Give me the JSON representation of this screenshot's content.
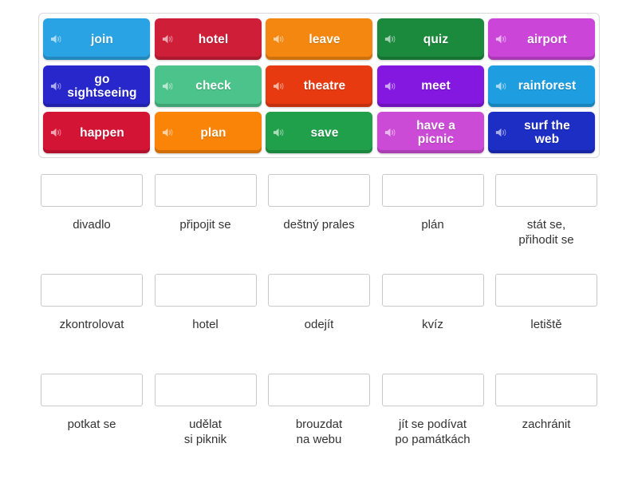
{
  "activity": {
    "type": "match-up",
    "icon_name": "speaker-icon"
  },
  "tiles": [
    {
      "label": "join",
      "color": "#29a3e3",
      "icon": "speaker-icon"
    },
    {
      "label": "hotel",
      "color": "#cf1f38",
      "icon": "speaker-icon"
    },
    {
      "label": "leave",
      "color": "#f4870f",
      "icon": "speaker-icon"
    },
    {
      "label": "quiz",
      "color": "#1c8a3c",
      "icon": "speaker-icon"
    },
    {
      "label": "airport",
      "color": "#cb45d9",
      "icon": "speaker-icon"
    },
    {
      "label": "go\nsightseeing",
      "color": "#2727cc",
      "icon": "speaker-icon"
    },
    {
      "label": "check",
      "color": "#4cc38a",
      "icon": "speaker-icon"
    },
    {
      "label": "theatre",
      "color": "#e83a11",
      "icon": "speaker-icon"
    },
    {
      "label": "meet",
      "color": "#8417e0",
      "icon": "speaker-icon"
    },
    {
      "label": "rainforest",
      "color": "#1e9ee0",
      "icon": "speaker-icon"
    },
    {
      "label": "happen",
      "color": "#d41435",
      "icon": "speaker-icon"
    },
    {
      "label": "plan",
      "color": "#f98407",
      "icon": "speaker-icon"
    },
    {
      "label": "save",
      "color": "#21a04b",
      "icon": "speaker-icon"
    },
    {
      "label": "have a\npicnic",
      "color": "#cc4bd6",
      "icon": "speaker-icon"
    },
    {
      "label": "surf the\nweb",
      "color": "#1c2ec4",
      "icon": "speaker-icon"
    }
  ],
  "answers": [
    {
      "label": "divadlo",
      "dropped": ""
    },
    {
      "label": "připojit se",
      "dropped": ""
    },
    {
      "label": "deštný prales",
      "dropped": ""
    },
    {
      "label": "plán",
      "dropped": ""
    },
    {
      "label": "stát se,\npřihodit se",
      "dropped": ""
    },
    {
      "label": "zkontrolovat",
      "dropped": ""
    },
    {
      "label": "hotel",
      "dropped": ""
    },
    {
      "label": "odejít",
      "dropped": ""
    },
    {
      "label": "kvíz",
      "dropped": ""
    },
    {
      "label": "letiště",
      "dropped": ""
    },
    {
      "label": "potkat se",
      "dropped": ""
    },
    {
      "label": "udělat\nsi piknik",
      "dropped": ""
    },
    {
      "label": "brouzdat\nna webu",
      "dropped": ""
    },
    {
      "label": "jít se podívat\npo památkách",
      "dropped": ""
    },
    {
      "label": "zachránit",
      "dropped": ""
    }
  ],
  "colors": {
    "page_background": "#ffffff",
    "tray_border": "#d8d8d8",
    "drop_zone_border": "#c9c9c9",
    "label_text": "#333333",
    "tile_text": "#ffffff"
  }
}
